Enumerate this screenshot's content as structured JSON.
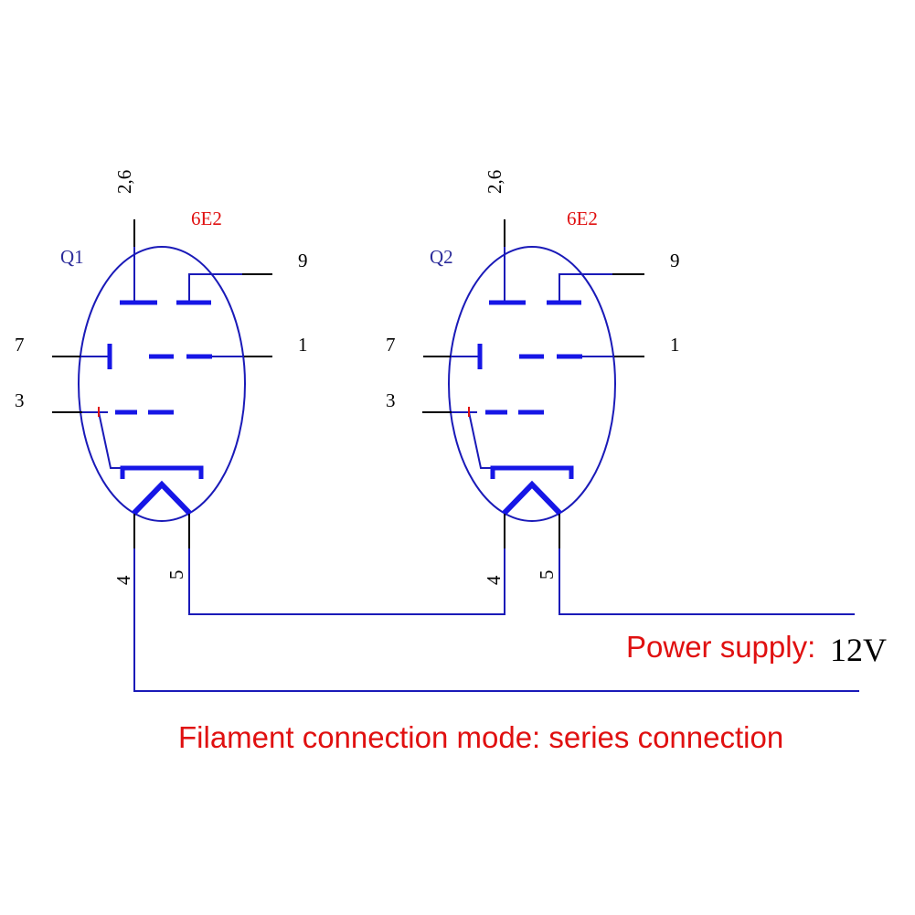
{
  "colors": {
    "tube_outline": "#1a1ab8",
    "electrode": "#1616e6",
    "wire_black": "#000000",
    "wire_blue": "#1a1ab8",
    "ref_label": "#2b2b9a",
    "part_label": "#e01010",
    "caption": "#e01010",
    "voltage": "#000000"
  },
  "tubes": [
    {
      "ref": "Q1",
      "part": "6E2",
      "pins": {
        "anode": "2,6",
        "top_right": "9",
        "left_mid": "7",
        "right_mid": "1",
        "left_low": "3",
        "heater_left": "4",
        "heater_right": "5"
      }
    },
    {
      "ref": "Q2",
      "part": "6E2",
      "pins": {
        "anode": "2,6",
        "top_right": "9",
        "left_mid": "7",
        "right_mid": "1",
        "left_low": "3",
        "heater_left": "4",
        "heater_right": "5"
      }
    }
  ],
  "power": {
    "label": "Power supply:",
    "voltage": "12V"
  },
  "caption": "Filament connection mode: series connection"
}
